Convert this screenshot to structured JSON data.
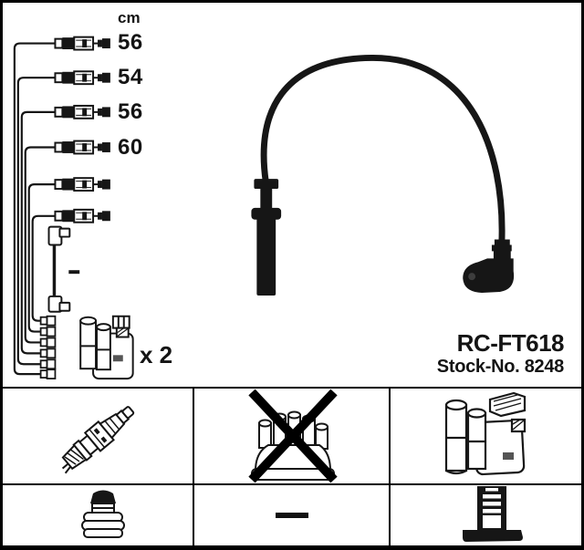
{
  "product": {
    "part_number": "RC-FT618",
    "stock_label": "Stock-No. 8248"
  },
  "diagram": {
    "unit_header": "cm",
    "cable_lengths": [
      "56",
      "54",
      "56",
      "60"
    ],
    "unlabeled_cable_count": 2,
    "coil_quantity_label": "x 2",
    "short_cable_marker_icon": "dash-icon"
  },
  "legend": {
    "row1": [
      {
        "name": "spark-plug",
        "icon": "spark-plug-icon",
        "crossed_out": false
      },
      {
        "name": "distributor-cap",
        "icon": "distributor-cap-icon",
        "crossed_out": true
      },
      {
        "name": "ignition-coil",
        "icon": "ignition-coil-icon",
        "crossed_out": false
      }
    ],
    "row2": [
      {
        "name": "plug-terminal-nut",
        "icon": "plug-terminal-nut-icon",
        "crossed_out": false
      },
      {
        "name": "not-applicable",
        "icon": "dash-icon",
        "crossed_out": false
      },
      {
        "name": "stud-terminal",
        "icon": "stud-terminal-icon",
        "crossed_out": false
      }
    ]
  },
  "colors": {
    "line": "#161616",
    "background": "#ffffff",
    "border": "#000000"
  }
}
